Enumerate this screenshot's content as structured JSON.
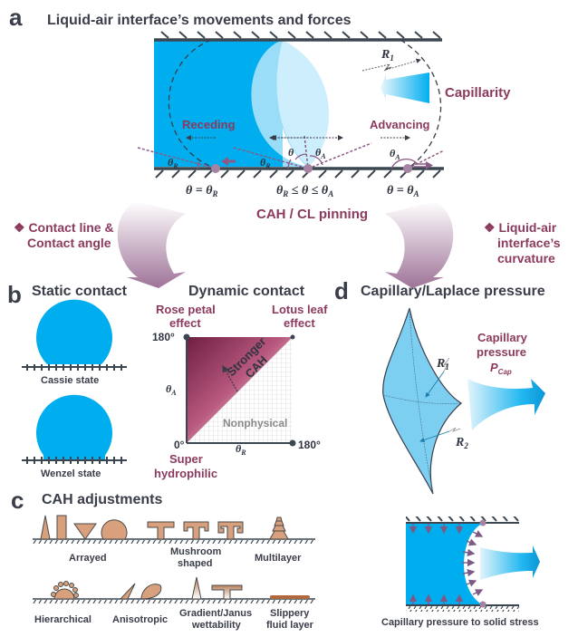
{
  "panel_a": {
    "letter": "a",
    "title": "Liquid-air interface’s movements and forces",
    "receding_label": "Receding",
    "advancing_label": "Advancing",
    "capillarity_label": "Capillarity",
    "r1_label": "R",
    "r1_sub": "1",
    "theta": "θ",
    "theta_r": "θ",
    "sub_r": "R",
    "sub_a": "A",
    "eq_left": "θ = θ",
    "eq_middle_a": "θ",
    "eq_middle_b": " ≤ θ ≤ θ",
    "eq_right": "θ = θ",
    "pinning_label": "CAH / CL pinning"
  },
  "transitions": {
    "left_line1": "❖ Contact line &",
    "left_line2": "Contact angle",
    "right_line1": "❖ Liquid-air",
    "right_line2": "interface’s",
    "right_line3": "curvature"
  },
  "panel_b": {
    "letter": "b",
    "static_title": "Static contact",
    "cassie_label": "Cassie state",
    "wenzel_label": "Wenzel state",
    "dynamic_title": "Dynamic contact",
    "rose_line1": "Rose petal",
    "rose_line2": "effect",
    "lotus_line1": "Lotus leaf",
    "lotus_line2": "effect",
    "super_line1": "Super",
    "super_line2": "hydrophilic",
    "y_max": "180°",
    "origin": "0°",
    "x_max": "180°",
    "y_axis": "θ",
    "y_axis_sub": "A",
    "x_axis": "θ",
    "x_axis_sub": "R",
    "stronger_line1": "Stronger",
    "stronger_line2": "CAH",
    "nonphysical": "Nonphysical"
  },
  "panel_c": {
    "letter": "c",
    "title": "CAH adjustments",
    "labels": {
      "arrayed": "Arrayed",
      "mushroom_1": "Mushroom",
      "mushroom_2": "shaped",
      "multilayer": "Multilayer",
      "hierarchical": "Hierarchical",
      "anisotropic": "Anisotropic",
      "gradient_1": "Gradient/Janus",
      "gradient_2": "wettability",
      "slippery_1": "Slippery",
      "slippery_2": "fluid layer"
    }
  },
  "panel_d": {
    "letter": "d",
    "title": "Capillary/Laplace pressure",
    "cap_line1": "Capillary",
    "cap_line2": "pressure",
    "pcap": "P",
    "pcap_sub": "Cap",
    "r1": "R",
    "r1_sub": "1",
    "r2": "R",
    "r2_sub": "2",
    "stress_caption": "Capillary pressure to solid stress"
  },
  "colors": {
    "liquid": "#00aeef",
    "liquid_light": "#99ddf9",
    "liquid_lighter": "#cdeefc",
    "maroon": "#8b3a5e",
    "purple_dot": "#a07aa0",
    "wall": "#3b4650",
    "structure": "#d8a07c"
  }
}
